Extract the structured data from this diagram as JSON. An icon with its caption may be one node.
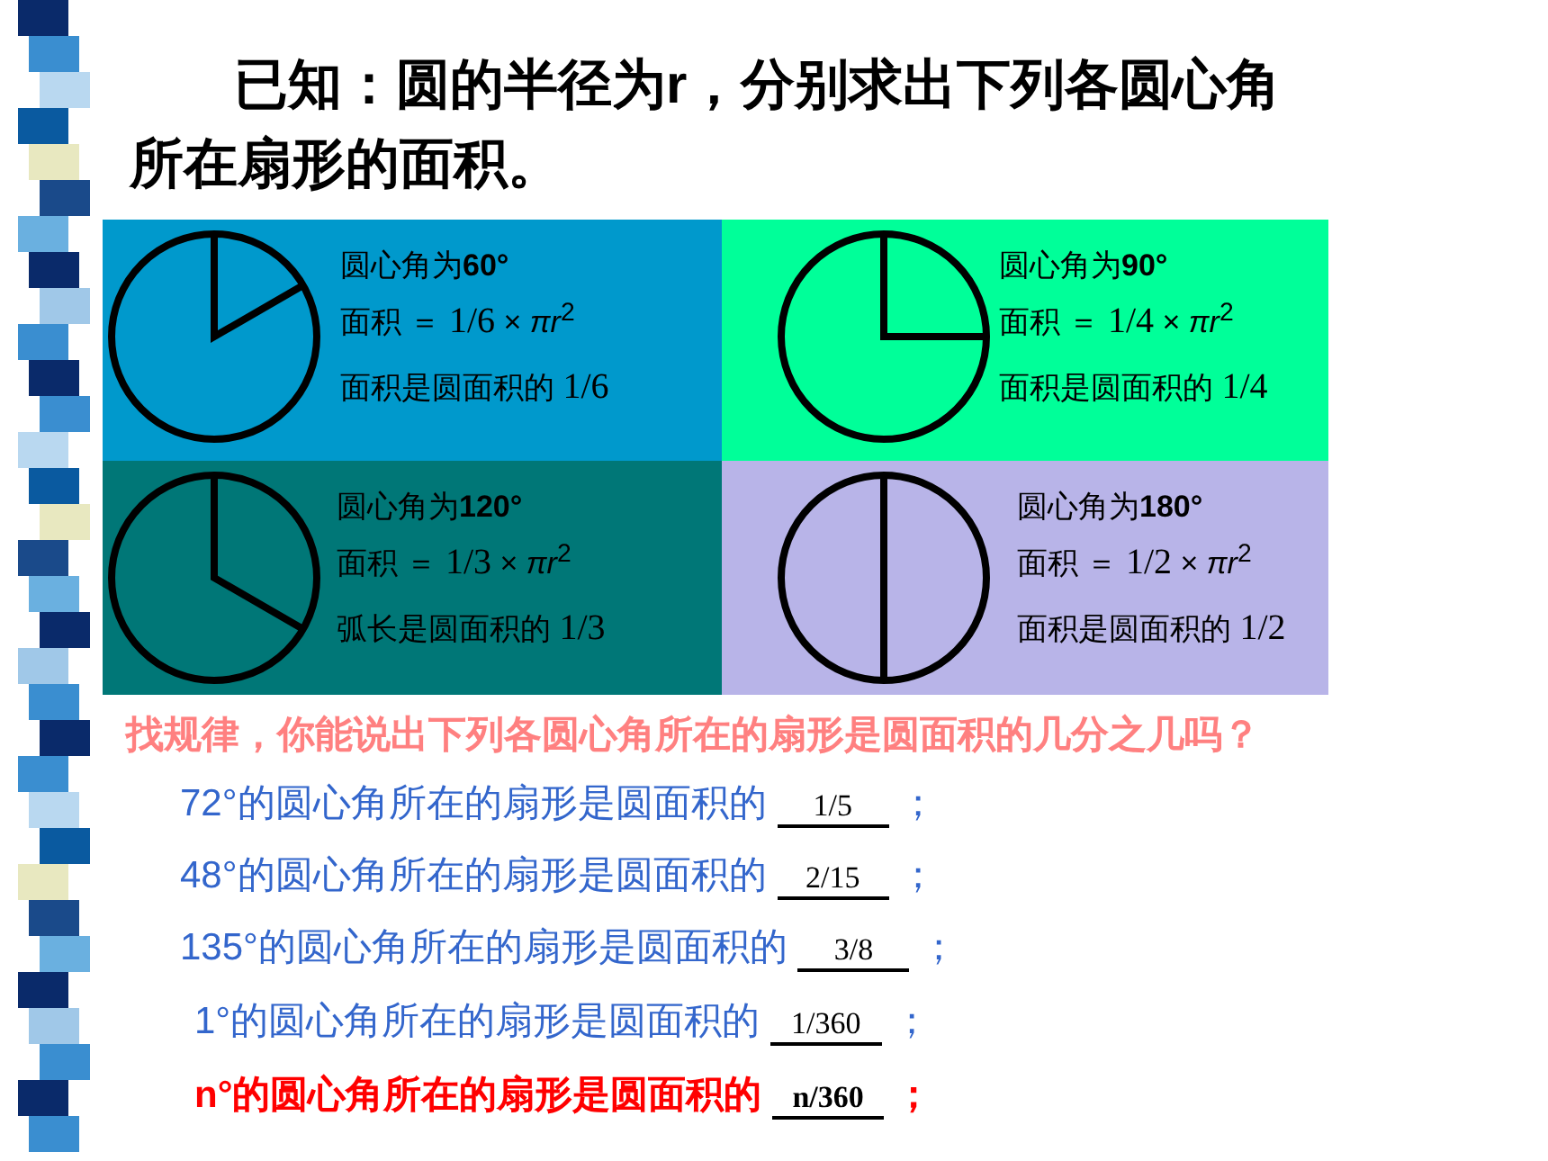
{
  "diagram": {
    "title": "已知：圆的半径为r，分别求出下列各圆心角所在扇形的面积。",
    "nodes": [
      {
        "text": [
          "圆心角为**60°**",
          "面积 ＝ 1/6 × *πr*$^{2}$",
          "面积是圆面积的 1/6"
        ]
      },
      {
        "text": [
          "圆心角为**90°**",
          "面积 ＝ 1/4 × *πr*$^{2}$",
          "面积是圆面积的 1/4"
        ]
      },
      {
        "text": [
          "圆心角为**120°**",
          "面积 ＝ 1/3 × *πr*$^{2}$",
          "弧长是圆面积的 1/3"
        ]
      },
      {
        "text": [
          "圆心角为**180°**",
          "面积 ＝ 1/2 × *πr*$^{2}$",
          "面积是圆面积的 1/2"
        ]
      }
    ],
    "labels": [
      "72°的圆心角所在的扇形是圆面积的 1/5 ；",
      "48°的圆心角所在的扇形是圆面积的 2/15 ；",
      "135°的圆心角所在的扇形是圆面积的 3/8 ；",
      "1°的圆心角所在的扇形是圆面积的 1/360 ；",
      "n°的圆心角所在的扇形是圆面积的 n/360 ；",
      "找规律，你能说出下列各圆心角所在的扇形是圆面积的几分之几吗？"
    ]
  }
}
